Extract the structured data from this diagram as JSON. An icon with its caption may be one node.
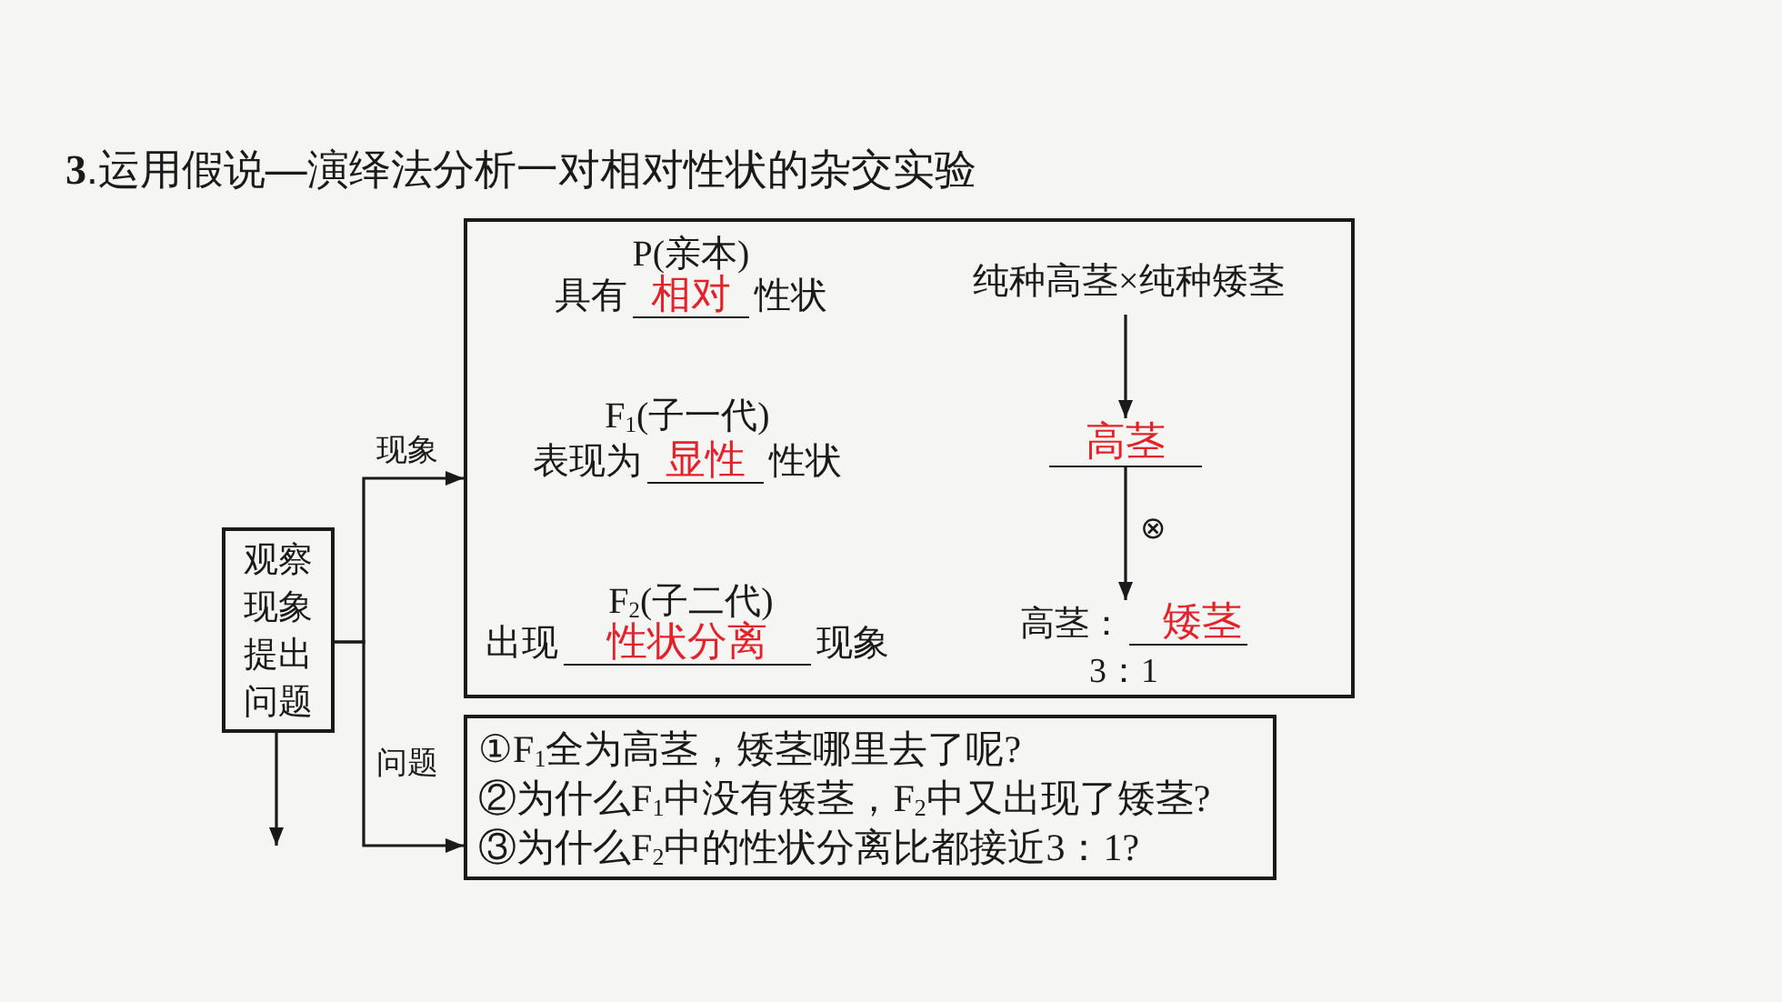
{
  "diagram": {
    "title": "**3**.运用假说—演绎法分析一对相对性状的杂交实验",
    "nodes": [
      {
        "text": [
          "观察现象提出问题"
        ]
      },
      {
        "text": [
          "P(亲本)",
          "具有",
          "相对",
          "性状",
          "F$_{1}$(子一代)",
          "表现为",
          "显性",
          "性状",
          "F$_{2}$(子二代)",
          "出现",
          "性状分离",
          "现象"
        ]
      },
      {
        "text": [
          "纯种高茎×纯种矮茎"
        ],
        "in": 1
      },
      {
        "text": [
          "高茎"
        ],
        "in": 1
      },
      {
        "text": [
          "高茎：",
          "矮茎",
          "3：1"
        ],
        "in": 1
      },
      {
        "text": [
          "①F$_{1}$全为高茎，矮茎哪里去了呢?",
          "②为什么F$_{1}$中没有矮茎，F$_{2}$中又出现了矮茎?",
          "③为什么F$_{2}$中的性状分离比都接近3：1?"
        ]
      }
    ],
    "edges": [
      {
        "from": 0,
        "to": 1,
        "arrow": "to",
        "label": "现象"
      },
      {
        "from": 0,
        "to": 5,
        "arrow": "to",
        "label": "问题"
      },
      {
        "from": 0,
        "to": null,
        "arrow": "to"
      },
      {
        "from": 2,
        "to": 3,
        "arrow": "to"
      },
      {
        "from": 3,
        "to": 4,
        "arrow": "to",
        "label": "⊗"
      }
    ]
  }
}
